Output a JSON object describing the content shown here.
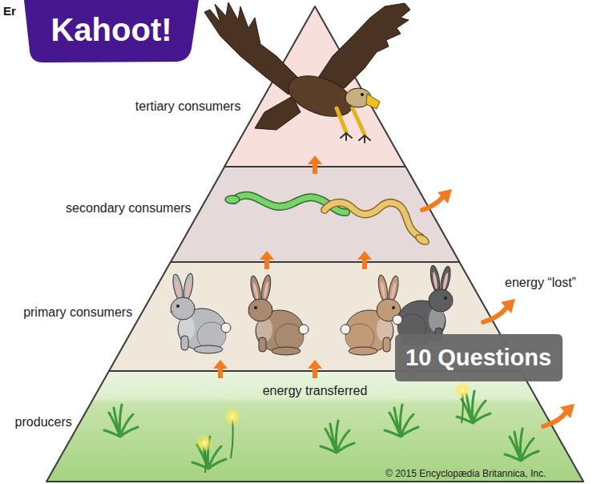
{
  "diagram": {
    "nodes": [
      {
        "text": [
          "Kahoot!"
        ]
      },
      {
        "text": [
          "tertiary consumers"
        ]
      },
      {
        "text": [
          "secondary consumers"
        ]
      },
      {
        "text": [
          "primary consumers"
        ]
      },
      {
        "text": [
          "producers"
        ]
      },
      {
        "text": [
          "10 Questions"
        ]
      }
    ],
    "edges": [
      {
        "from": 4,
        "to": 3,
        "arrow": "to"
      },
      {
        "from": 4,
        "to": 3,
        "arrow": "to"
      },
      {
        "from": 4,
        "to": 3,
        "arrow": "to"
      },
      {
        "from": 3,
        "to": 2,
        "arrow": "to"
      },
      {
        "from": 3,
        "to": 2,
        "arrow": "to"
      },
      {
        "from": 2,
        "to": 1,
        "arrow": "to"
      }
    ],
    "labels": [
      "Er",
      "energy transferred",
      "energy “lost”",
      "© 2015 Encyclopædia Britannica, Inc."
    ]
  }
}
